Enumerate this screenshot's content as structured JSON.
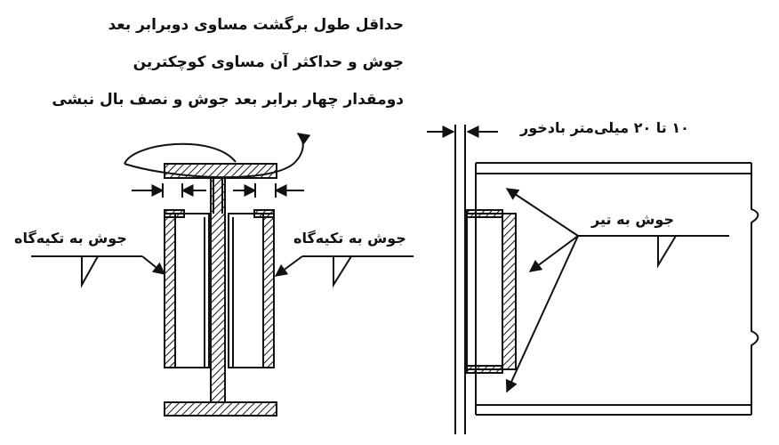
{
  "labels": {
    "note_line1": "حداقل طول برگشت مساوی دوبرابر بعد",
    "note_line2": "جوش و حداکثر آن مساوی کوچکترین",
    "note_line3": "دومقدار چهار برابر بعد جوش و نصف بال نبشی",
    "weld_support_left": "جوش به تکیه‌گاه",
    "weld_support_right": "جوش به تکیه‌گاه",
    "gap_note": "۱۰ تا ۲۰ میلی‌متر بادخور",
    "weld_beam": "جوش به تیر"
  },
  "colors": {
    "line": "#111111",
    "hatch": "#111111",
    "background": "#ffffff"
  }
}
